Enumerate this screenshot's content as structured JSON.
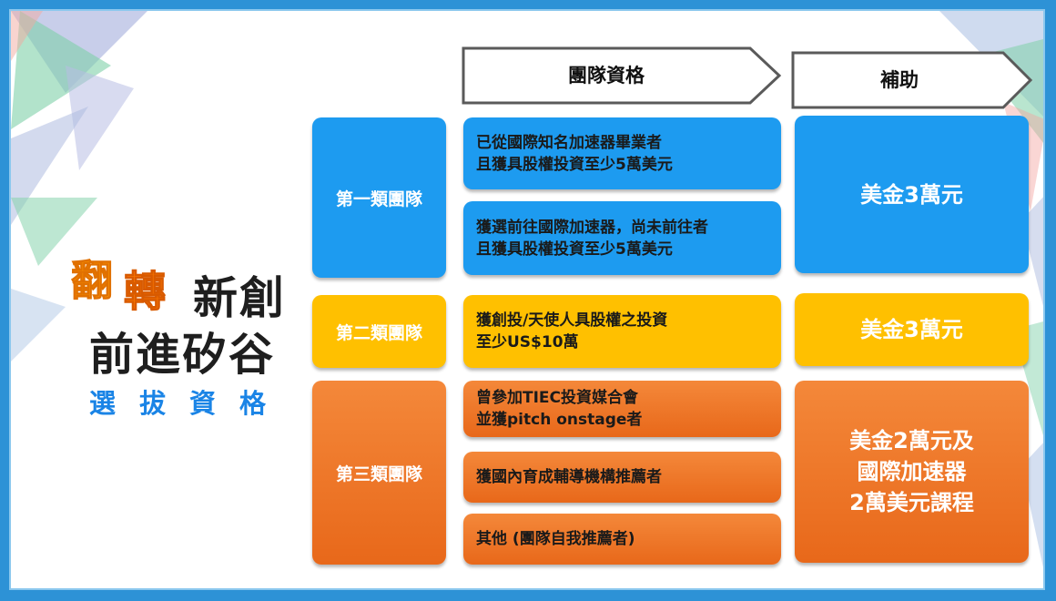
{
  "headers": {
    "qualification": "團隊資格",
    "subsidy": "補助"
  },
  "title": {
    "flip": "翻",
    "turn": "轉",
    "line1_rest": "新創",
    "line2": "前進矽谷",
    "line3": "選拔資格"
  },
  "categories": [
    {
      "name": "第一類團隊",
      "qualifications": [
        "已從國際知名加速器畢業者\n且獲具股權投資至少5萬美元",
        "獲選前往國際加速器，尚未前往者\n且獲具股權投資至少5萬美元"
      ],
      "subsidy": "美金3萬元"
    },
    {
      "name": "第二類團隊",
      "qualifications": [
        "獲創投/天使人具股權之投資\n至少US$10萬"
      ],
      "subsidy": "美金3萬元"
    },
    {
      "name": "第三類團隊",
      "qualifications": [
        "曾參加TIEC投資媒合會\n並獲pitch onstage者",
        "獲國內育成輔導機構推薦者",
        "其他 (團隊自我推薦者)"
      ],
      "subsidy": "美金2萬元及\n國際加速器\n2萬美元課程"
    }
  ],
  "colors": {
    "category1": "#1d9bf0",
    "category2": "#ffc000",
    "category3": "#ee7420",
    "accent_title": "#1a84e6"
  }
}
